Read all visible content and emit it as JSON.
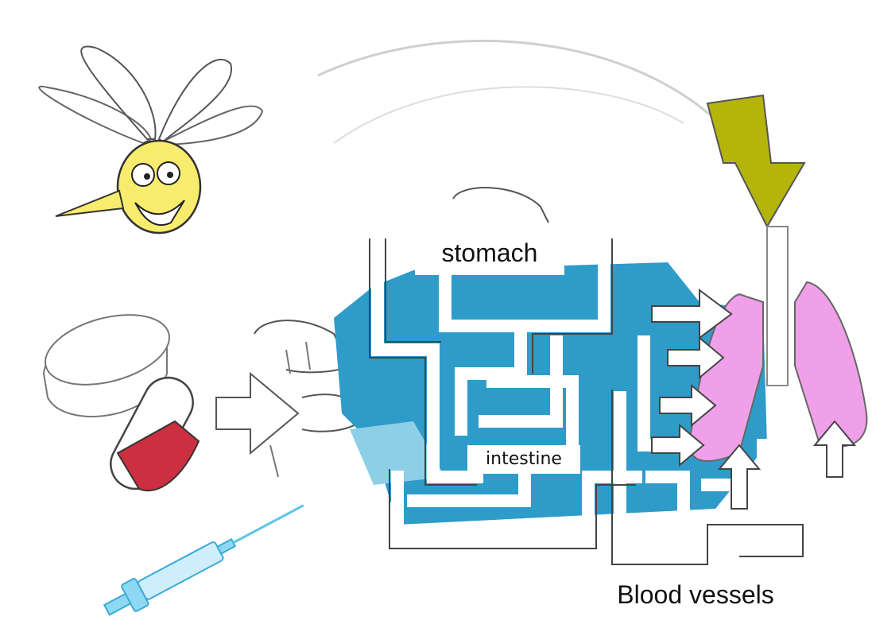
{
  "labels": {
    "stomach": "stomach",
    "intestine": "intestine",
    "blood_vessels": "Blood vessels"
  },
  "colors": {
    "maze_blue": "#2f9bc9",
    "maze_light_blue": "#8ecfe8",
    "lung_pink": "#f0a0e8",
    "arrow_olive": "#b5b40a",
    "pill_red": "#cc2f3f",
    "bee_yellow": "#f7ec6e",
    "syringe_blue": "#5ec4ea"
  },
  "icons": [
    "bee-icon",
    "tablet-icon",
    "capsule-icon",
    "syringe-icon",
    "mouth-icon",
    "intestine-maze",
    "lungs-icon",
    "injection-arrow"
  ]
}
